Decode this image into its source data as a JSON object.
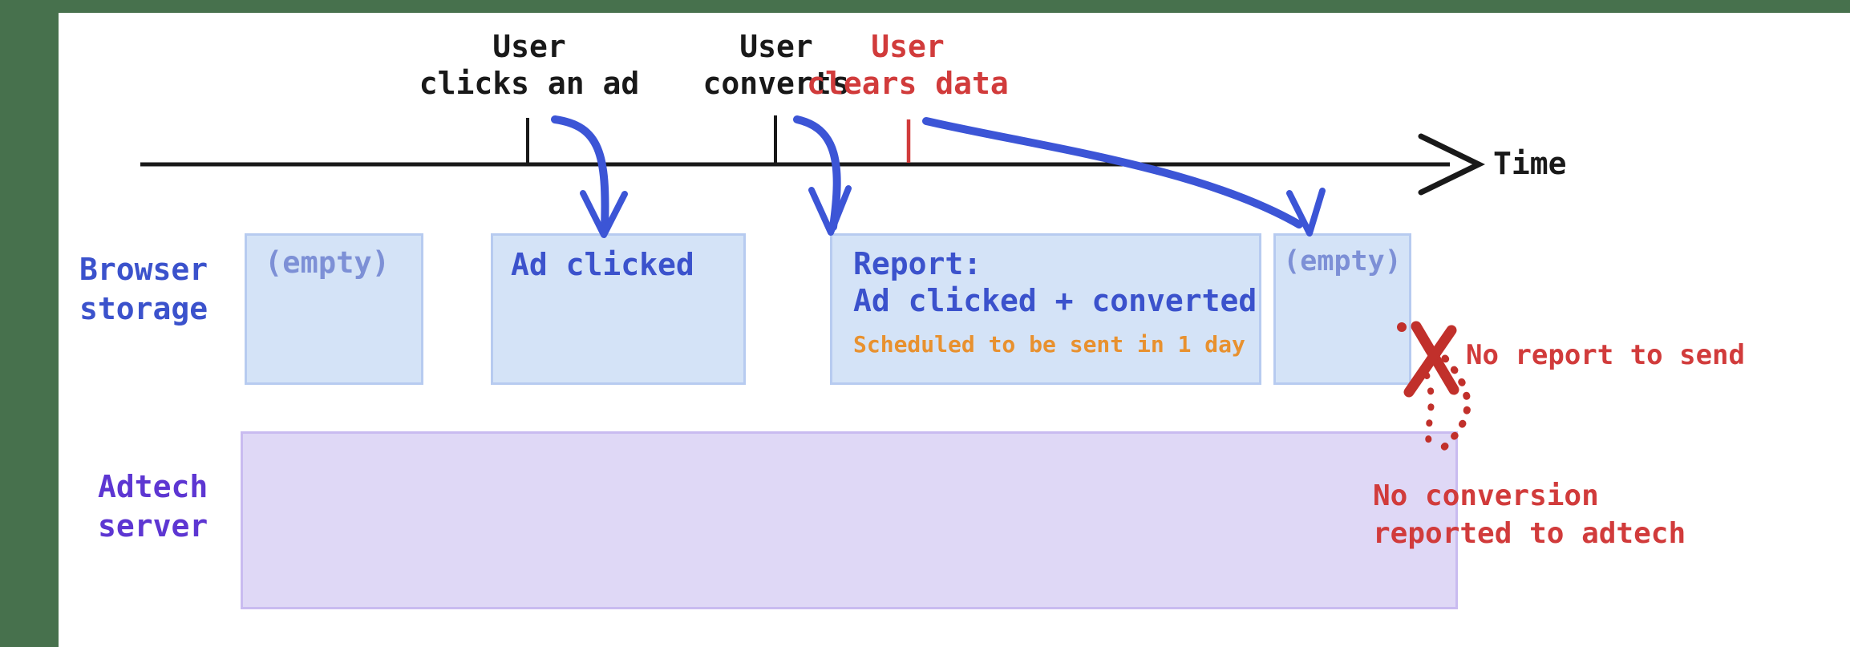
{
  "colors": {
    "green": "#47714D",
    "ink": "#191919",
    "blue": "#3B52CC",
    "muted-blue": "#7D90D6",
    "box-fill": "#D4E3F7",
    "box-border": "#B7CBF0",
    "purple-fill": "#DFD8F6",
    "purple-border": "#C9BBF0",
    "purple-text": "#5D36D2",
    "orange": "#E8912F",
    "red": "#D13B3B",
    "red-x": "#C1302B",
    "arrow-blue": "#3C55D6"
  },
  "timeline": {
    "axis_label": "Time",
    "events": {
      "click": {
        "line1": "User",
        "line2": "clicks an ad"
      },
      "convert": {
        "line1": "User",
        "line2": "converts"
      },
      "clear": {
        "line1": "User",
        "line2": "clears data"
      }
    }
  },
  "rows": {
    "browser_storage": {
      "line1": "Browser",
      "line2": "storage"
    },
    "adtech_server": {
      "line1": "Adtech",
      "line2": "server"
    }
  },
  "storage_boxes": {
    "empty_before": "(empty)",
    "ad_clicked": "Ad clicked",
    "report": {
      "title": "Report:",
      "detail": "Ad clicked + converted",
      "note": "Scheduled to be sent in 1 day"
    },
    "empty_after": "(empty)"
  },
  "annotations": {
    "no_report_to_send": "No report to send",
    "no_conversion": {
      "line1": "No conversion",
      "line2": "reported to adtech"
    }
  },
  "icons": {
    "timeline_arrowhead": "open chevron pointing right",
    "curved_arrows": "blue curved arrows pointing down into storage boxes",
    "x_mark": "hand-drawn red X",
    "dotted_arrow": "red dotted trail into adtech server box"
  }
}
